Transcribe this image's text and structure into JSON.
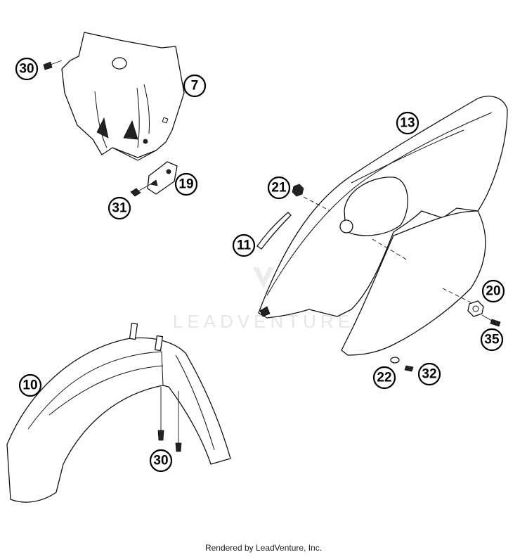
{
  "callouts": {
    "c30a": "30",
    "c7": "7",
    "c19": "19",
    "c31": "31",
    "c13": "13",
    "c21": "21",
    "c11": "11",
    "c20": "20",
    "c35": "35",
    "c22": "22",
    "c32": "32",
    "c10": "10",
    "c30b": "30"
  },
  "watermark": "LEADVENTURE",
  "footer": "Rendered by LeadVenture, Inc."
}
